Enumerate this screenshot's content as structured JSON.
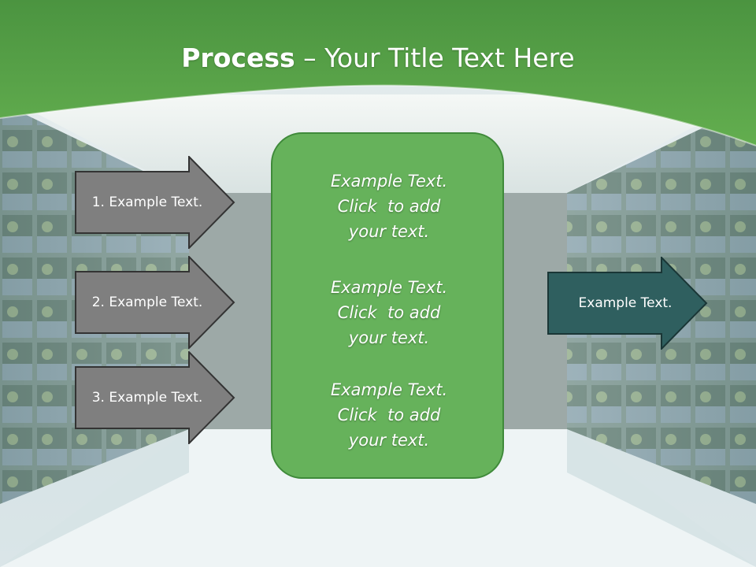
{
  "slide": {
    "title_bold": "Process",
    "title_rest": " – Your Title Text Here",
    "left_arrows": [
      {
        "label": "1. Example Text."
      },
      {
        "label": "2. Example Text."
      },
      {
        "label": "3. Example Text."
      }
    ],
    "center_blocks": [
      {
        "line1": "Example Text.",
        "line2": "Click  to add",
        "line3": "your text."
      },
      {
        "line1": "Example Text.",
        "line2": "Click  to add",
        "line3": "your text."
      },
      {
        "line1": "Example Text.",
        "line2": "Click  to add",
        "line3": "your text."
      }
    ],
    "right_arrow": {
      "label": "Example Text."
    }
  },
  "colors": {
    "header_green": "#5aa64a",
    "left_arrow_fill": "#7f7f7f",
    "center_box_fill": "#66b25b",
    "right_arrow_fill": "#2f5f5f"
  }
}
